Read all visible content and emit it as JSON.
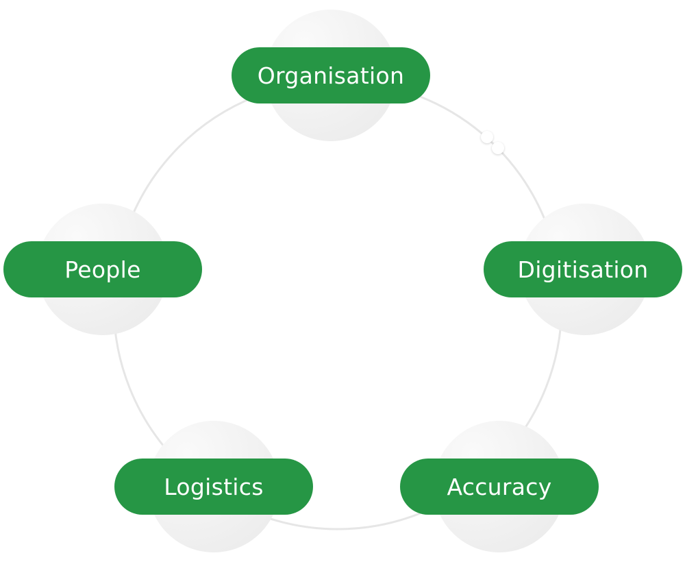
{
  "diagram": {
    "nodes": [
      {
        "id": "organisation",
        "label": "Organisation"
      },
      {
        "id": "digitisation",
        "label": "Digitisation"
      },
      {
        "id": "accuracy",
        "label": "Accuracy"
      },
      {
        "id": "logistics",
        "label": "Logistics"
      },
      {
        "id": "people",
        "label": "People"
      }
    ],
    "colors": {
      "pill": "#269645",
      "pill_text": "#ffffff",
      "ring": "#e6e6e6",
      "halo": "#f0f0f0",
      "background": "#ffffff"
    }
  }
}
